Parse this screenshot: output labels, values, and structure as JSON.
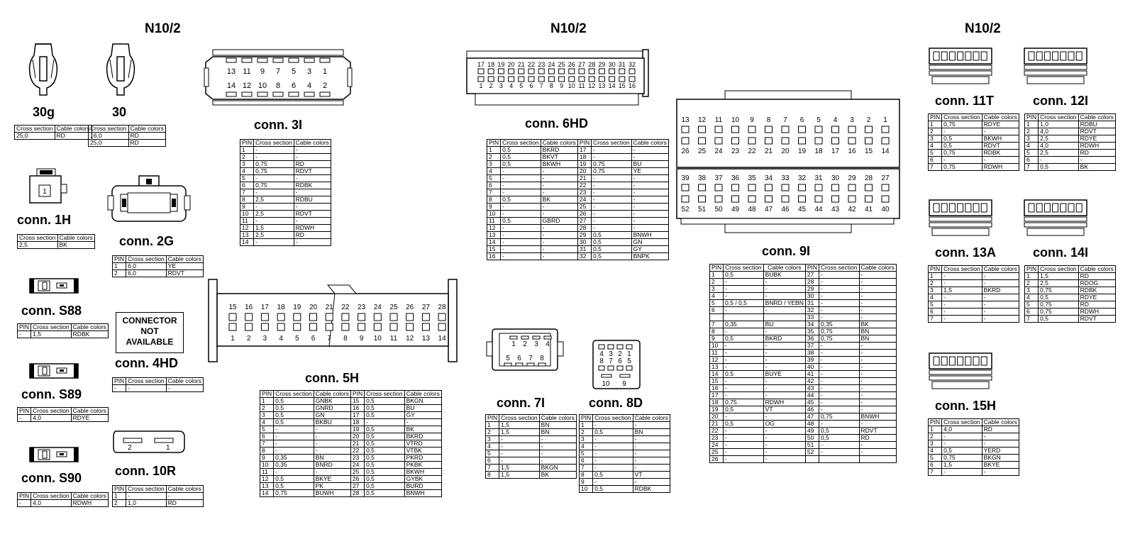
{
  "headers": [
    "N10/2",
    "N10/2",
    "N10/2"
  ],
  "labels": {
    "c30g": "30g",
    "c30": "30",
    "c1h": "conn. 1H",
    "c2g": "conn. 2G",
    "cs88": "conn. S88",
    "cs89": "conn. S89",
    "cs90": "conn. S90",
    "c4hd": "conn. 4HD",
    "c10r": "conn. 10R",
    "c3i": "conn. 3I",
    "c5h": "conn. 5H",
    "c6hd": "conn. 6HD",
    "c7i": "conn. 7I",
    "c8d": "conn. 8D",
    "c9i": "conn. 9I",
    "c11t": "conn. 11T",
    "c12i": "conn. 12I",
    "c13a": "conn. 13A",
    "c14i": "conn. 14I",
    "c15h": "conn. 15H"
  },
  "not_available": [
    "CONNECTOR",
    "NOT",
    "AVAILABLE"
  ],
  "col": {
    "pin": "PIN",
    "cross": "Cross section",
    "cable": "Cable colors"
  },
  "pin_numbers": {
    "c3i_top": [
      "13",
      "11",
      "9",
      "7",
      "5",
      "3",
      "1"
    ],
    "c3i_bottom": [
      "14",
      "12",
      "10",
      "8",
      "6",
      "4",
      "2"
    ],
    "c6hd_top": [
      "17",
      "18",
      "19",
      "20",
      "21",
      "22",
      "23",
      "24",
      "25",
      "26",
      "27",
      "28",
      "29",
      "30",
      "31",
      "32"
    ],
    "c6hd_bottom": [
      "1",
      "2",
      "3",
      "4",
      "5",
      "6",
      "7",
      "8",
      "9",
      "10",
      "11",
      "12",
      "13",
      "14",
      "15",
      "16"
    ],
    "c5h_top": [
      "15",
      "16",
      "17",
      "18",
      "19",
      "20",
      "21",
      "22",
      "23",
      "24",
      "25",
      "26",
      "27",
      "28"
    ],
    "c5h_bottom": [
      "1",
      "2",
      "3",
      "4",
      "5",
      "6",
      "7",
      "8",
      "9",
      "10",
      "11",
      "12",
      "13",
      "14"
    ],
    "c9i_r1": [
      "13",
      "12",
      "11",
      "10",
      "9",
      "8",
      "7",
      "6",
      "5",
      "4",
      "3",
      "2",
      "1"
    ],
    "c9i_r2": [
      "26",
      "25",
      "24",
      "23",
      "22",
      "21",
      "20",
      "19",
      "18",
      "17",
      "16",
      "15",
      "14"
    ],
    "c9i_r3": [
      "39",
      "38",
      "37",
      "36",
      "35",
      "34",
      "33",
      "32",
      "31",
      "30",
      "29",
      "28",
      "27"
    ],
    "c9i_r4": [
      "52",
      "51",
      "50",
      "49",
      "48",
      "47",
      "46",
      "45",
      "44",
      "43",
      "42",
      "41",
      "40"
    ],
    "c7i_top": [
      "1",
      "2",
      "3",
      "4"
    ],
    "c7i_bottom": [
      "5",
      "6",
      "7",
      "8"
    ],
    "c8d_top": [
      "4",
      "3",
      "2",
      "1"
    ],
    "c8d_bottom": [
      "8",
      "7",
      "6",
      "5"
    ],
    "c8d_extra": [
      "10",
      "9"
    ],
    "c1h": [
      "1"
    ],
    "c10r": [
      "2",
      "1"
    ]
  },
  "tables": {
    "t30g": {
      "cols": [
        "Cross section",
        "Cable colors"
      ],
      "rows": [
        [
          "25,0",
          "RD"
        ]
      ]
    },
    "t30": {
      "cols": [
        "Cross section",
        "Cable colors"
      ],
      "rows": [
        [
          "16,0",
          "RD"
        ],
        [
          "25,0",
          "RD"
        ]
      ]
    },
    "t1h": {
      "cols": [
        "Cross section",
        "Cable colors"
      ],
      "rows": [
        [
          "2,5",
          "BK"
        ]
      ]
    },
    "t2g": {
      "cols": [
        "PIN",
        "Cross section",
        "Cable colors"
      ],
      "rows": [
        [
          "1",
          "6,0",
          "YE"
        ],
        [
          "2",
          "6,0",
          "RDVT"
        ]
      ]
    },
    "ts88": {
      "cols": [
        "PIN",
        "Cross section",
        "Cable colors"
      ],
      "rows": [
        [
          "-",
          "1,5",
          "RDBK"
        ]
      ]
    },
    "ts89": {
      "cols": [
        "PIN",
        "Cross section",
        "Cable colors"
      ],
      "rows": [
        [
          "-",
          "4,0",
          "RDYE"
        ]
      ]
    },
    "ts90": {
      "cols": [
        "PIN",
        "Cross section",
        "Cable colors"
      ],
      "rows": [
        [
          "-",
          "4,0",
          "RDWH"
        ]
      ]
    },
    "t4hd": {
      "cols": [
        "PIN",
        "Cross section",
        "Cable colors"
      ],
      "rows": [
        [
          "-",
          "-",
          "-"
        ]
      ]
    },
    "t10r": {
      "cols": [
        "PIN",
        "Cross section",
        "Cable colors"
      ],
      "rows": [
        [
          "1",
          "-",
          "-"
        ],
        [
          "2",
          "1,0",
          "RD"
        ]
      ]
    },
    "t3i": {
      "cols": [
        "PIN",
        "Cross section",
        "Cable colors"
      ],
      "rows": [
        [
          "1",
          "-",
          "-"
        ],
        [
          "2",
          "-",
          "-"
        ],
        [
          "3",
          "0,75",
          "RD"
        ],
        [
          "4",
          "0,75",
          "RDVT"
        ],
        [
          "5",
          "-",
          "-"
        ],
        [
          "6",
          "0,75",
          "RDBK"
        ],
        [
          "7",
          "-",
          "-"
        ],
        [
          "8",
          "2,5",
          "RDBU"
        ],
        [
          "9",
          "-",
          "-"
        ],
        [
          "10",
          "2,5",
          "RDVT"
        ],
        [
          "11",
          "-",
          "-"
        ],
        [
          "12",
          "1,5",
          "RDWH"
        ],
        [
          "13",
          "2,5",
          "RD"
        ],
        [
          "14",
          "-",
          "-"
        ]
      ]
    },
    "t6hd": {
      "cols": [
        "PIN",
        "Cross section",
        "Cable colors",
        "PIN",
        "Cross section",
        "Cable colors"
      ],
      "rows": [
        [
          "1",
          "0,5",
          "BKRD",
          "17",
          "-",
          "-"
        ],
        [
          "2",
          "0,5",
          "BKVT",
          "18",
          "-",
          "-"
        ],
        [
          "3",
          "0,5",
          "BKWH",
          "19",
          "0,75",
          "BU"
        ],
        [
          "4",
          "-",
          "-",
          "20",
          "0,75",
          "YE"
        ],
        [
          "5",
          "-",
          "-",
          "21",
          "-",
          "-"
        ],
        [
          "6",
          "-",
          "-",
          "22",
          "-",
          "-"
        ],
        [
          "7",
          "-",
          "-",
          "23",
          "-",
          "-"
        ],
        [
          "8",
          "0,5",
          "BK",
          "24",
          "-",
          "-"
        ],
        [
          "9",
          "-",
          "-",
          "25",
          "-",
          "-"
        ],
        [
          "10",
          "-",
          "-",
          "26",
          "-",
          "-"
        ],
        [
          "11",
          "0,5",
          "GBRD",
          "27",
          "-",
          "-"
        ],
        [
          "12",
          "-",
          "-",
          "28",
          "-",
          "-"
        ],
        [
          "13",
          "-",
          "-",
          "29",
          "0,5",
          "BNWH"
        ],
        [
          "14",
          "-",
          "-",
          "30",
          "0,5",
          "GN"
        ],
        [
          "15",
          "-",
          "-",
          "31",
          "0,5",
          "GY"
        ],
        [
          "16",
          "-",
          "-",
          "32",
          "0,5",
          "BNPK"
        ]
      ]
    },
    "t5h": {
      "cols": [
        "PIN",
        "Cross section",
        "Cable colors",
        "PIN",
        "Cross section",
        "Cable colors"
      ],
      "rows": [
        [
          "1",
          "0,5",
          "GNBK",
          "15",
          "0,5",
          "BKGN"
        ],
        [
          "2",
          "0,5",
          "GNRD",
          "16",
          "0,5",
          "BU"
        ],
        [
          "3",
          "0,5",
          "GN",
          "17",
          "0,5",
          "GY"
        ],
        [
          "4",
          "0,5",
          "BKBU",
          "18",
          "-",
          "-"
        ],
        [
          "5",
          "-",
          "-",
          "19",
          "0,5",
          "BK"
        ],
        [
          "6",
          "-",
          "-",
          "20",
          "0,5",
          "BKRD"
        ],
        [
          "7",
          "-",
          "-",
          "21",
          "0,5",
          "VTRD"
        ],
        [
          "8",
          "-",
          "-",
          "22",
          "0,5",
          "VTBK"
        ],
        [
          "9",
          "0,35",
          "BN",
          "23",
          "0,5",
          "PKRD"
        ],
        [
          "10",
          "0,35",
          "BNRD",
          "24",
          "0,5",
          "PKBK"
        ],
        [
          "11",
          "-",
          "-",
          "25",
          "0,5",
          "BKWH"
        ],
        [
          "12",
          "0,5",
          "BKYE",
          "26",
          "0,5",
          "GYBK"
        ],
        [
          "13",
          "0,5",
          "PK",
          "27",
          "0,5",
          "BURD"
        ],
        [
          "14",
          "0,75",
          "BUWH",
          "28",
          "0,5",
          "BNWH"
        ]
      ]
    },
    "t7i": {
      "cols": [
        "PIN",
        "Cross section",
        "Cable colors"
      ],
      "rows": [
        [
          "1",
          "1,5",
          "BN"
        ],
        [
          "2",
          "1,5",
          "BN"
        ],
        [
          "3",
          "-",
          "-"
        ],
        [
          "4",
          "-",
          "-"
        ],
        [
          "5",
          "-",
          "-"
        ],
        [
          "6",
          "-",
          "-"
        ],
        [
          "7",
          "1,5",
          "BKGN"
        ],
        [
          "8",
          "1,5",
          "BK"
        ]
      ]
    },
    "t8d": {
      "cols": [
        "PIN",
        "Cross section",
        "Cable colors"
      ],
      "rows": [
        [
          "1",
          "-",
          "-"
        ],
        [
          "2",
          "0,5",
          "BN"
        ],
        [
          "3",
          "-",
          "-"
        ],
        [
          "4",
          "-",
          "-"
        ],
        [
          "5",
          "-",
          "-"
        ],
        [
          "6",
          "-",
          "-"
        ],
        [
          "7",
          "-",
          "-"
        ],
        [
          "8",
          "0,5",
          "VT"
        ],
        [
          "9",
          "-",
          "-"
        ],
        [
          "10",
          "0,5",
          "RDBK"
        ]
      ]
    },
    "t9i": {
      "cols": [
        "PIN",
        "Cross section",
        "Cable colors",
        "PIN",
        "Cross section",
        "Cable colors"
      ],
      "rows": [
        [
          "1",
          "0,5",
          "BUBK",
          "27",
          "-",
          "-"
        ],
        [
          "2",
          "-",
          "-",
          "28",
          "-",
          "-"
        ],
        [
          "3",
          "-",
          "-",
          "29",
          "-",
          "-"
        ],
        [
          "4",
          "-",
          "-",
          "30",
          "-",
          "-"
        ],
        [
          "5",
          "0,5 / 0,5",
          "BNRD / YEBN",
          "31",
          "-",
          "-"
        ],
        [
          "6",
          "-",
          "-",
          "32",
          "-",
          "-"
        ],
        [
          "",
          "",
          "",
          "33",
          "-",
          "-"
        ],
        [
          "7",
          "0,35",
          "BU",
          "34",
          "0,35",
          "BK"
        ],
        [
          "8",
          "-",
          "-",
          "35",
          "0,75",
          "BN"
        ],
        [
          "9",
          "0,5",
          "BKRD",
          "36",
          "0,75",
          "BN"
        ],
        [
          "10",
          "-",
          "-",
          "37",
          "-",
          "-"
        ],
        [
          "11",
          "-",
          "-",
          "38",
          "-",
          "-"
        ],
        [
          "12",
          "-",
          "-",
          "39",
          "-",
          "-"
        ],
        [
          "13",
          "-",
          "-",
          "40",
          "-",
          "-"
        ],
        [
          "14",
          "0,5",
          "BUYE",
          "41",
          "-",
          "-"
        ],
        [
          "15",
          "-",
          "-",
          "42",
          "-",
          "-"
        ],
        [
          "16",
          "-",
          "-",
          "43",
          "-",
          "-"
        ],
        [
          "17",
          "-",
          "-",
          "44",
          "-",
          "-"
        ],
        [
          "18",
          "0,75",
          "RDWH",
          "45",
          "-",
          "-"
        ],
        [
          "19",
          "0,5",
          "VT",
          "46",
          "-",
          "-"
        ],
        [
          "20",
          "-",
          "-",
          "47",
          "0,75",
          "BNWH"
        ],
        [
          "21",
          "0,5",
          "OG",
          "48",
          "-",
          "-"
        ],
        [
          "22",
          "-",
          "-",
          "49",
          "0,5",
          "RDVT"
        ],
        [
          "23",
          "-",
          "-",
          "50",
          "0,5",
          "RD"
        ],
        [
          "24",
          "-",
          "-",
          "51",
          "-",
          "-"
        ],
        [
          "25",
          "-",
          "-",
          "52",
          "-",
          "-"
        ],
        [
          "26",
          "-",
          "-",
          "",
          "",
          " "
        ]
      ]
    },
    "t11t": {
      "cols": [
        "PIN",
        "Cross section",
        "Cable colors"
      ],
      "rows": [
        [
          "1",
          "0,75",
          "RDYE"
        ],
        [
          "2",
          "-",
          "-"
        ],
        [
          "3",
          "0,5",
          "BKWH"
        ],
        [
          "4",
          "0,5",
          "RDVT"
        ],
        [
          "5",
          "0,75",
          "RDBK"
        ],
        [
          "6",
          "-",
          "-"
        ],
        [
          "7",
          "0,75",
          "RDWH"
        ]
      ]
    },
    "t12i": {
      "cols": [
        "PIN",
        "Cross section",
        "Cable colors"
      ],
      "rows": [
        [
          "1",
          "1,0",
          "RDBU"
        ],
        [
          "2",
          "4,0",
          "RDVT"
        ],
        [
          "3",
          "2,5",
          "RDYE"
        ],
        [
          "4",
          "4,0",
          "RDWH"
        ],
        [
          "5",
          "2,5",
          "RD"
        ],
        [
          "6",
          "-",
          "-"
        ],
        [
          "7",
          "0,5",
          "BK"
        ]
      ]
    },
    "t13a": {
      "cols": [
        "PIN",
        "Cross section",
        "Cable colors"
      ],
      "rows": [
        [
          "1",
          "-",
          "-"
        ],
        [
          "2",
          "-",
          "-"
        ],
        [
          "3",
          "1,5",
          "BKRD"
        ],
        [
          "4",
          "-",
          "-"
        ],
        [
          "5",
          "-",
          "-"
        ],
        [
          "6",
          "-",
          "-"
        ],
        [
          "7",
          "-",
          "-"
        ]
      ]
    },
    "t14i": {
      "cols": [
        "PIN",
        "Cross section",
        "Cable colors"
      ],
      "rows": [
        [
          "1",
          "1,5",
          "RD"
        ],
        [
          "2",
          "2,5",
          "RDOG"
        ],
        [
          "3",
          "0,75",
          "RDBK"
        ],
        [
          "4",
          "0,5",
          "RDYE"
        ],
        [
          "5",
          "0,75",
          "RD"
        ],
        [
          "6",
          "0,75",
          "RDWH"
        ],
        [
          "7",
          "0,5",
          "RDVT"
        ]
      ]
    },
    "t15h": {
      "cols": [
        "PIN",
        "Cross section",
        "Cable colors"
      ],
      "rows": [
        [
          "1",
          "4,0",
          "RD"
        ],
        [
          "2",
          "-",
          "-"
        ],
        [
          "3",
          "-",
          "-"
        ],
        [
          "4",
          "0,5",
          "YERD"
        ],
        [
          "5",
          "0,75",
          "BKGN"
        ],
        [
          "6",
          "1,5",
          "BKYE"
        ],
        [
          "7",
          "-",
          "-"
        ]
      ]
    }
  }
}
